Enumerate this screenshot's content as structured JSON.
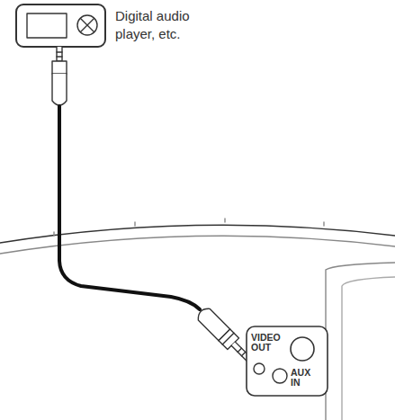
{
  "diagram": {
    "labels": [
      "Digital audio player, etc.",
      "VIDEO OUT",
      "AUX IN"
    ]
  }
}
